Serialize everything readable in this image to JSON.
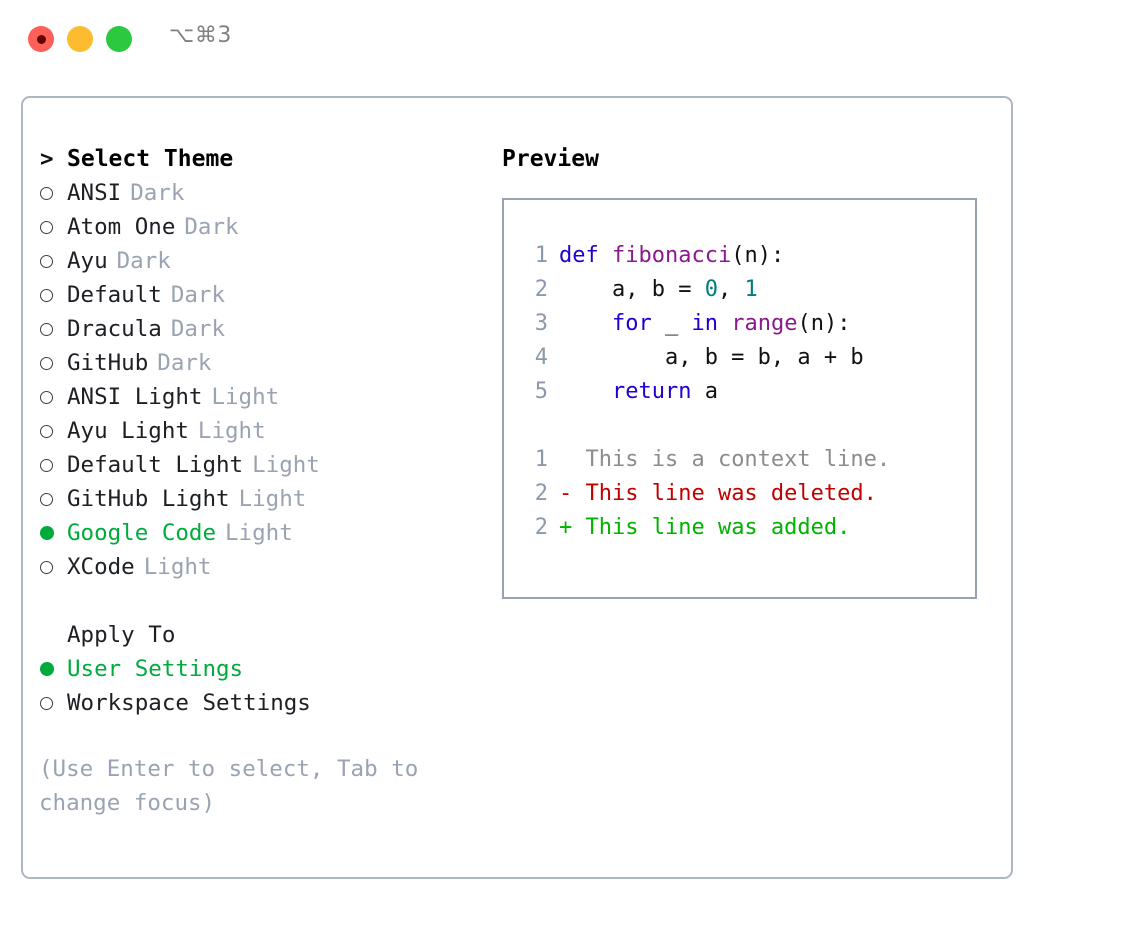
{
  "titlebar": {
    "shortcut": "⌥⌘3",
    "buttons": [
      {
        "name": "close",
        "color": "#fc6058"
      },
      {
        "name": "minimize",
        "color": "#fdbc2f"
      },
      {
        "name": "zoom",
        "color": "#2bc840"
      }
    ]
  },
  "theme_picker": {
    "heading_caret": ">",
    "heading": "Select Theme",
    "items": [
      {
        "name": "ANSI",
        "kind": "Dark",
        "selected": false
      },
      {
        "name": "Atom One",
        "kind": "Dark",
        "selected": false
      },
      {
        "name": "Ayu",
        "kind": "Dark",
        "selected": false
      },
      {
        "name": "Default",
        "kind": "Dark",
        "selected": false
      },
      {
        "name": "Dracula",
        "kind": "Dark",
        "selected": false
      },
      {
        "name": "GitHub",
        "kind": "Dark",
        "selected": false
      },
      {
        "name": "ANSI Light",
        "kind": "Light",
        "selected": false
      },
      {
        "name": "Ayu Light",
        "kind": "Light",
        "selected": false
      },
      {
        "name": "Default Light",
        "kind": "Light",
        "selected": false
      },
      {
        "name": "GitHub Light",
        "kind": "Light",
        "selected": false
      },
      {
        "name": "Google Code",
        "kind": "Light",
        "selected": true
      },
      {
        "name": "XCode",
        "kind": "Light",
        "selected": false
      }
    ]
  },
  "apply_to": {
    "heading": "Apply To",
    "items": [
      {
        "name": "User Settings",
        "selected": true
      },
      {
        "name": "Workspace Settings",
        "selected": false
      }
    ]
  },
  "hint": "(Use Enter to select, Tab to change focus)",
  "preview": {
    "heading": "Preview",
    "code_lines": [
      {
        "no": "1",
        "tokens": [
          {
            "t": "def ",
            "c": "kw"
          },
          {
            "t": "fibonacci",
            "c": "fn"
          },
          {
            "t": "(n):",
            "c": "plain"
          }
        ]
      },
      {
        "no": "2",
        "tokens": [
          {
            "t": "    a, b = ",
            "c": "plain"
          },
          {
            "t": "0",
            "c": "num"
          },
          {
            "t": ", ",
            "c": "plain"
          },
          {
            "t": "1",
            "c": "num"
          }
        ]
      },
      {
        "no": "3",
        "tokens": [
          {
            "t": "    ",
            "c": "plain"
          },
          {
            "t": "for",
            "c": "kw"
          },
          {
            "t": " _ ",
            "c": "plain"
          },
          {
            "t": "in",
            "c": "kw"
          },
          {
            "t": " ",
            "c": "plain"
          },
          {
            "t": "range",
            "c": "fn"
          },
          {
            "t": "(n):",
            "c": "plain"
          }
        ]
      },
      {
        "no": "4",
        "tokens": [
          {
            "t": "        a, b = b, a + b",
            "c": "plain"
          }
        ]
      },
      {
        "no": "5",
        "tokens": [
          {
            "t": "    ",
            "c": "plain"
          },
          {
            "t": "return",
            "c": "kw"
          },
          {
            "t": " a",
            "c": "plain"
          }
        ]
      }
    ],
    "diff_lines": [
      {
        "no": "1",
        "marker": " ",
        "text": "This is a context line.",
        "kind": "context"
      },
      {
        "no": "2",
        "marker": "-",
        "text": "This line was deleted.",
        "kind": "del"
      },
      {
        "no": "2",
        "marker": "+",
        "text": "This line was added.",
        "kind": "add"
      }
    ]
  },
  "colors": {
    "selected_green": "#00ab3c",
    "muted_grey": "#9aa3b2",
    "border": "#aeb6c2",
    "preview_border": "#97a2b3",
    "keyword_blue": "#1f00d0",
    "function_purple": "#8c1a8c",
    "number_teal": "#007d7d",
    "diff_delete_red": "#c20000",
    "diff_add_green": "#00b300"
  }
}
